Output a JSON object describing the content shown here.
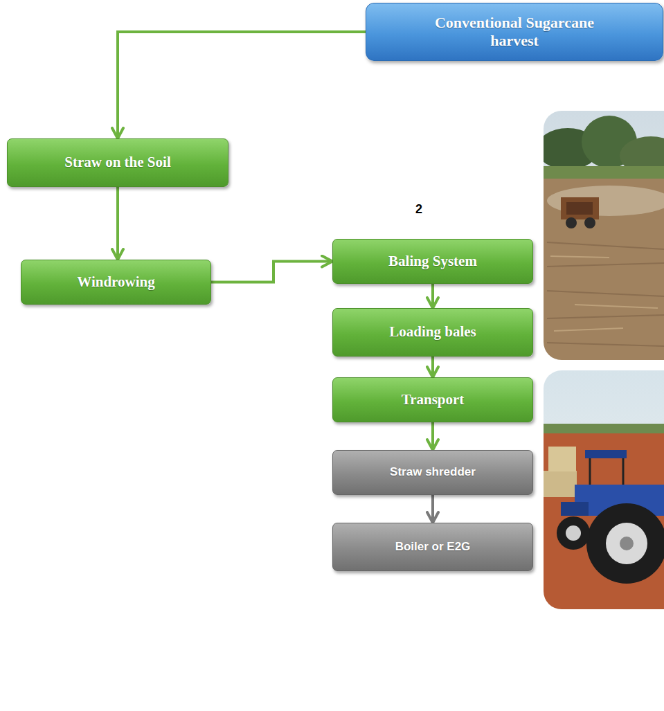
{
  "diagram": {
    "nodes": [
      {
        "text": [
          "Conventional Sugarcane harvest"
        ]
      },
      {
        "text": [
          "Straw on the Soil"
        ]
      },
      {
        "text": [
          "Windrowing"
        ]
      },
      {
        "text": [
          "Baling System"
        ]
      },
      {
        "text": [
          "Loading bales"
        ]
      },
      {
        "text": [
          "Transport"
        ]
      },
      {
        "text": [
          "Straw shredder"
        ]
      },
      {
        "text": [
          "Boiler or E2G"
        ]
      }
    ],
    "edges": [
      {
        "from": 0,
        "to": 1,
        "arrow": "to"
      },
      {
        "from": 1,
        "to": 2,
        "arrow": "to"
      },
      {
        "from": 2,
        "to": 3,
        "arrow": "to"
      },
      {
        "from": 3,
        "to": 4,
        "arrow": "to"
      },
      {
        "from": 4,
        "to": 5,
        "arrow": "to"
      },
      {
        "from": 5,
        "to": 6,
        "arrow": "to"
      },
      {
        "from": 6,
        "to": 7,
        "arrow": "to"
      }
    ],
    "labels": [
      "2"
    ]
  }
}
